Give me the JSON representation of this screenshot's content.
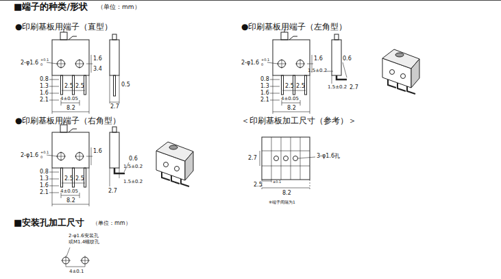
{
  "diagram": {
    "labels": [
      "■端子的种类/形状",
      "（单位：mm）",
      "●印刷基板用端子（直型）",
      "2-φ1.6",
      "+0.1",
      "0",
      "1.6",
      "3.4",
      "0.8",
      "1.3",
      "1.6",
      "2.1",
      "2.5",
      "2.5",
      "4±0.05",
      "8.2",
      "0.5",
      "2.7",
      "●印刷基板用端子（左角型）",
      "2-φ1.6",
      "+0.1",
      "0",
      "1.6",
      "0.8",
      "1.3",
      "1.6",
      "2.1",
      "2.5",
      "2.5",
      "4±0.05",
      "8.2",
      "0.6",
      "1.5±0.2",
      "1.5±0.2",
      "2.7",
      "●印刷基板用端子（右角型）",
      "2-φ1.6",
      "+0.1",
      "0",
      "1.6",
      "0.8",
      "1.3",
      "1.6",
      "2.1",
      "2.5",
      "2.5",
      "4±0.05",
      "8.2",
      "0.6",
      "1.5±0.2",
      "2.7",
      "1.5±0.2",
      "＜印刷基板加工尺寸（参考）＞",
      "2.7",
      "3-φ1.6孔",
      "2.5",
      "±0.1",
      "8.2",
      "※端子间隔为1",
      "■安装孔加工尺寸",
      "（单位：mm）",
      "2-φ1.6安装孔",
      "或M1.4螺纹孔",
      "4±0.1"
    ]
  }
}
